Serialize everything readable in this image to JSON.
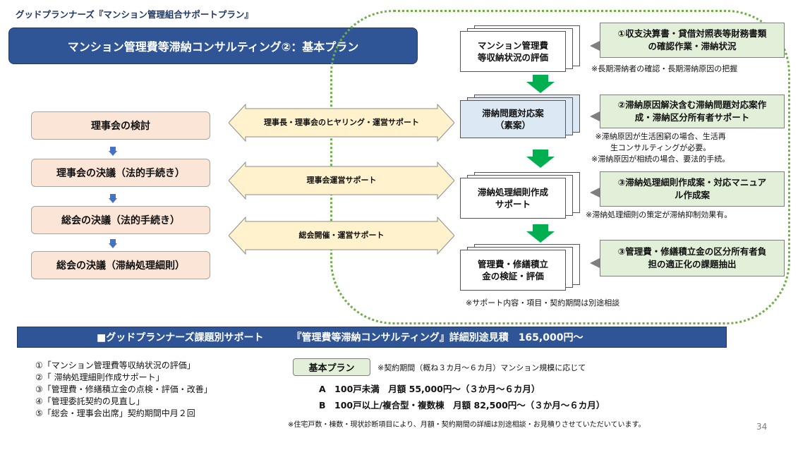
{
  "header": {
    "label": "グッドプランナーズ『マンション管理組合サポートプラン』"
  },
  "title": "マンション管理費等滞納コンサルティング②：基本プラン",
  "left_steps": [
    {
      "label": "理事会の検討"
    },
    {
      "label": "理事会の決議（法的手続き）"
    },
    {
      "label": "総会の決議（法的手続き）"
    },
    {
      "label": "総会の決議（滞納処理細則）"
    }
  ],
  "supports": [
    {
      "label": "理事長・理事会のヒヤリング・運営サポート"
    },
    {
      "label": "理事会運営サポート"
    },
    {
      "label": "総会開催・運営サポート"
    }
  ],
  "docs": [
    {
      "label_lines": [
        "マンション管理費",
        "等収納状況の評価"
      ],
      "color": "#ffffff"
    },
    {
      "label_lines": [
        "滞納問題対応案",
        "（素案）"
      ],
      "color": "#dde8f5"
    },
    {
      "label_lines": [
        "滞納処理細則作成",
        "サポート"
      ],
      "color": "#ffffff"
    },
    {
      "label_lines": [
        "管理費・修繕積立",
        "金の検証・評価"
      ],
      "color": "#ffffff"
    }
  ],
  "callouts": [
    {
      "lines": [
        "①収支決算書・貸借対照表等財務書類",
        "の確認作業・滞納状況"
      ]
    },
    {
      "lines": [
        "②滞納原因解決含む滞納問題対応案作",
        "成・滞納区分所有者サポート"
      ]
    },
    {
      "lines": [
        "③滞納処理細則作成案・対応マニュア",
        "ル作成案"
      ]
    },
    {
      "lines": [
        "③管理費・修繕積立金の区分所有者負",
        "担の適正化の課題抽出"
      ]
    }
  ],
  "notes": {
    "n1": "※長期滞納者の確認・長期滞納原因の把握",
    "n2": [
      "※滞納原因が生活困窮の場合、生活再",
      "生コンサルティングが必要。",
      "※滞納原因が相続の場合、要法的手続。"
    ],
    "n3": "※滞納処理細則の策定が滞納抑制効果有。",
    "n4": "※サポート内容・項目・契約期間は別途相談"
  },
  "subtitle": {
    "left": "■グッドプランナーズ課題別サポート",
    "right": "『管理費等滞納コンサルティング』詳細別途見積　165,000円～"
  },
  "service_list": [
    "①「マンション管理費等収納状況の評価」",
    "②「 滞納処理細則作成サポート」",
    "③「管理費・修繕積立金の点検・評価・改善」",
    "④「管理委託契約の見直し」",
    "⑤「総会・理事会出席」契約期間中月２回"
  ],
  "plan": {
    "badge": "基本プラン",
    "period_note": "※契約期間（概ね３カ月～６カ月）マンション規模に応じて",
    "line_a": "A　100戸未満　月額 55,000円～（３か月～６カ月）",
    "line_b": "B　100戸以上/複合型・複数棟　月額 82,500円～（３か月～６カ月）",
    "footnote": "※住宅戸数・棟数・現状診断項目により、月額・契約期間の詳細は別途相談・お見積りさせていただいています。"
  },
  "page_number": "34",
  "colors": {
    "banner": "#2f5597",
    "step_fill": "#fbe5d6",
    "support_fill": "#fff2cc",
    "callout_fill": "#e2efd9",
    "green_arrow": "#00b050",
    "blue_arrow": "#4472c4",
    "dotted_border": "#70ad47"
  }
}
